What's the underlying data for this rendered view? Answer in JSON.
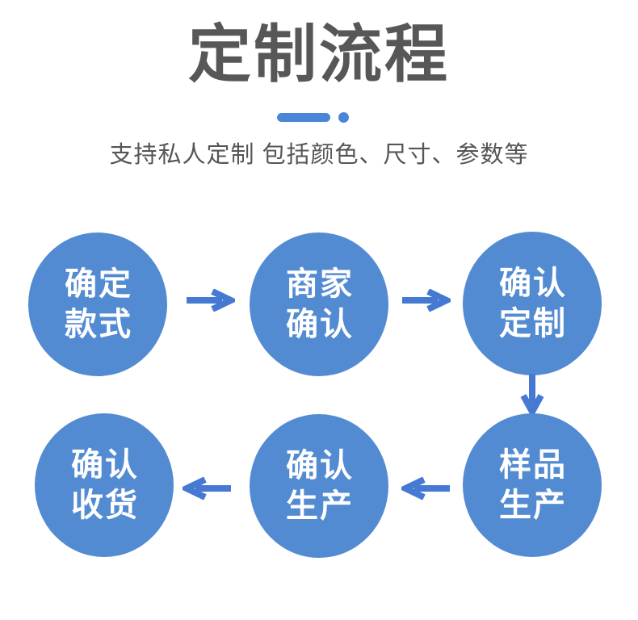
{
  "page": {
    "title": "定制流程",
    "subtitle": "支持私人定制 包括颜色、尺寸、参数等"
  },
  "colors": {
    "background": "#ffffff",
    "title_color": "#575757",
    "subtitle_color": "#565656",
    "divider_blue": "#4a86d8",
    "circle_blue": "#538bd3",
    "arrow_blue": "#4579d2",
    "step_text_color": "#ffffff"
  },
  "diagram": {
    "steps": [
      {
        "order": 1,
        "line1": "确定",
        "line2": "款式"
      },
      {
        "order": 2,
        "line1": "商家",
        "line2": "确认"
      },
      {
        "order": 3,
        "line1": "确认",
        "line2": "定制"
      },
      {
        "order": 4,
        "line1": "样品",
        "line2": "生产"
      },
      {
        "order": 5,
        "line1": "确认",
        "line2": "生产"
      },
      {
        "order": 6,
        "line1": "确认",
        "line2": "收货"
      }
    ],
    "arrows": [
      {
        "from": "确定款式",
        "to": "商家确认",
        "direction": "right"
      },
      {
        "from": "商家确认",
        "to": "确认定制",
        "direction": "right"
      },
      {
        "from": "确认定制",
        "to": "样品生产",
        "direction": "down"
      },
      {
        "from": "样品生产",
        "to": "确认生产",
        "direction": "left"
      },
      {
        "from": "确认生产",
        "to": "确认收货",
        "direction": "left"
      }
    ]
  }
}
